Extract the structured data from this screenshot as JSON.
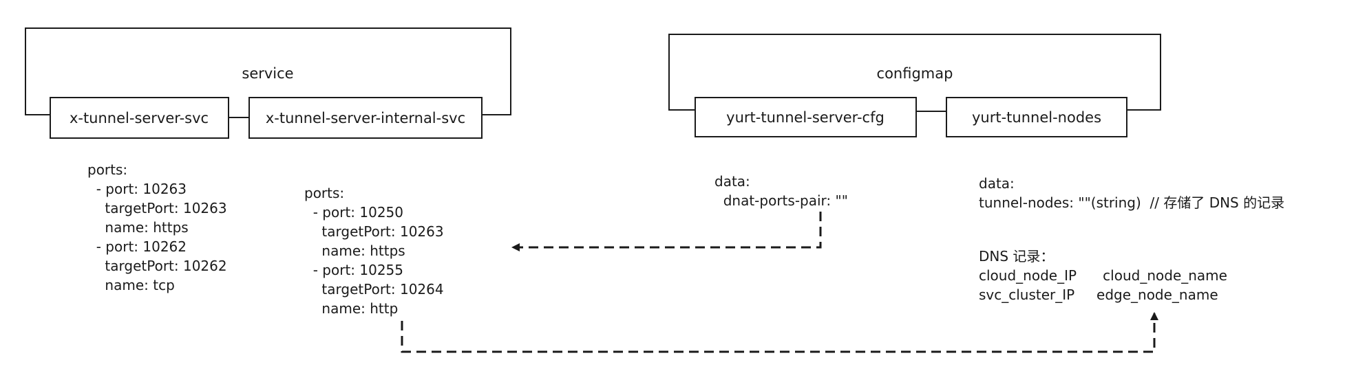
{
  "groups": {
    "service": {
      "title": "service",
      "boxes": [
        "x-tunnel-server-svc",
        "x-tunnel-server-internal-svc"
      ]
    },
    "configmap": {
      "title": "configmap",
      "boxes": [
        "yurt-tunnel-server-cfg",
        "yurt-tunnel-nodes"
      ]
    }
  },
  "text_blocks": {
    "svc_ports": [
      "ports:",
      "  - port: 10263",
      "    targetPort: 10263",
      "    name: https",
      "  - port: 10262",
      "    targetPort: 10262",
      "    name: tcp"
    ],
    "internal_ports": [
      "ports:",
      "  - port: 10250",
      "    targetPort: 10263",
      "    name: https",
      "  - port: 10255",
      "    targetPort: 10264",
      "    name: http"
    ],
    "cfg_data": [
      "data:",
      "  dnat-ports-pair: \"\""
    ],
    "nodes_data": [
      "data:",
      "tunnel-nodes: \"\"(string)  // 存储了 DNS 的记录"
    ],
    "dns_records": [
      "DNS 记录：",
      "cloud_node_IP      cloud_node_name",
      "svc_cluster_IP     edge_node_name"
    ]
  },
  "colors": {
    "stroke": "#1a1a1a",
    "background": "#ffffff"
  }
}
